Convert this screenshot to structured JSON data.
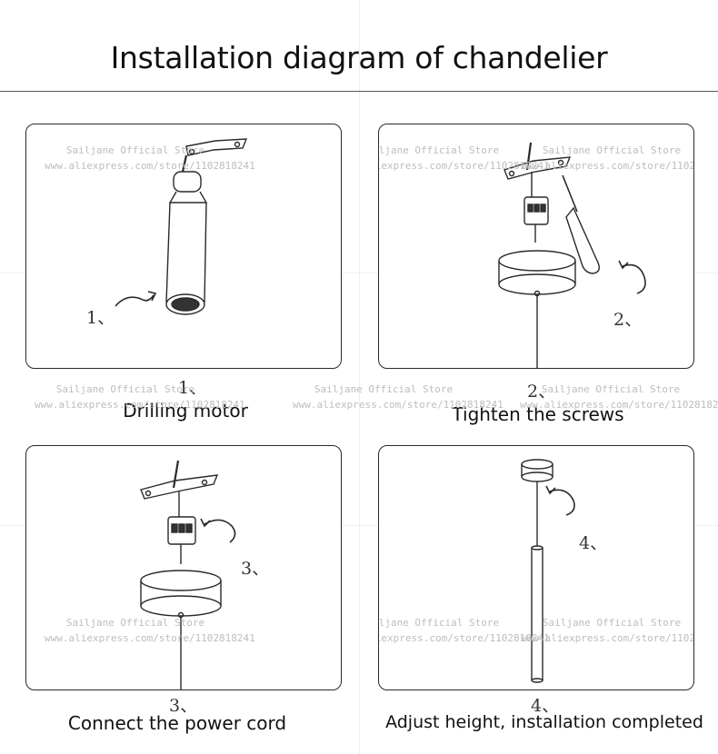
{
  "title": "Installation diagram of chandelier",
  "watermark": {
    "store": "Sailjane Official Store",
    "url": "www.aliexpress.com/store/1102818241"
  },
  "steps": [
    {
      "number": "1、",
      "caption": "Drilling motor"
    },
    {
      "number": "2、",
      "caption": "Tighten the screws"
    },
    {
      "number": "3、",
      "caption": "Connect the power cord"
    },
    {
      "number": "4、",
      "caption": "Adjust height, installation completed"
    }
  ],
  "colors": {
    "stroke": "#2a2a2a",
    "watermark": "#bdbdbd",
    "background": "#ffffff"
  }
}
